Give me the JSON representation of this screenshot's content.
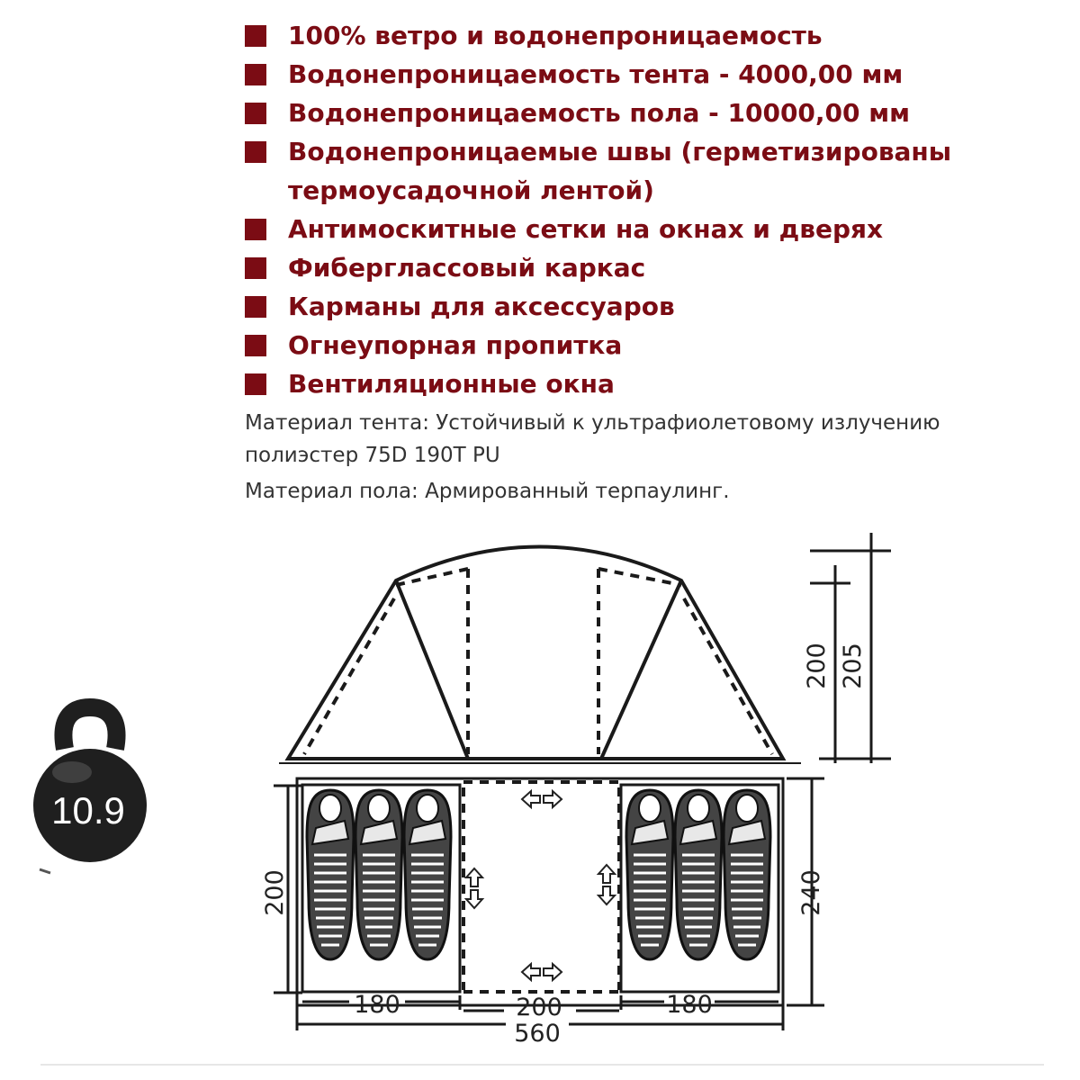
{
  "features": [
    "100%   ветро и водонепроницаемость",
    "Водонепроницаемость тента - 4000,00 мм",
    "Водонепроницаемость пола - 10000,00 мм",
    "Водонепроницаемые швы (герметизированы термоусадочной лентой)",
    "Антимоскитные сетки на окнах и дверях",
    "Фиберглассовый каркас",
    "Карманы для аксессуаров",
    "Огнеупорная пропитка",
    "Вентиляционные окна"
  ],
  "materials": {
    "tent": "Материал тента: Устойчивый к ультрафиолетовому  излучению полиэстер 75D 190T PU",
    "floor": "Материал пола: Армированный терпаулинг."
  },
  "weight": "10.9",
  "dimensions": {
    "inner_height": "200",
    "outer_height": "205",
    "bedroom_length": "200",
    "total_width": "240",
    "bedroom_left_width": "180",
    "vestibule_width": "200",
    "bedroom_right_width": "180",
    "total_length": "560"
  },
  "colors": {
    "accent": "#7b0c14",
    "text": "#333333",
    "line": "#1a1a1a"
  }
}
